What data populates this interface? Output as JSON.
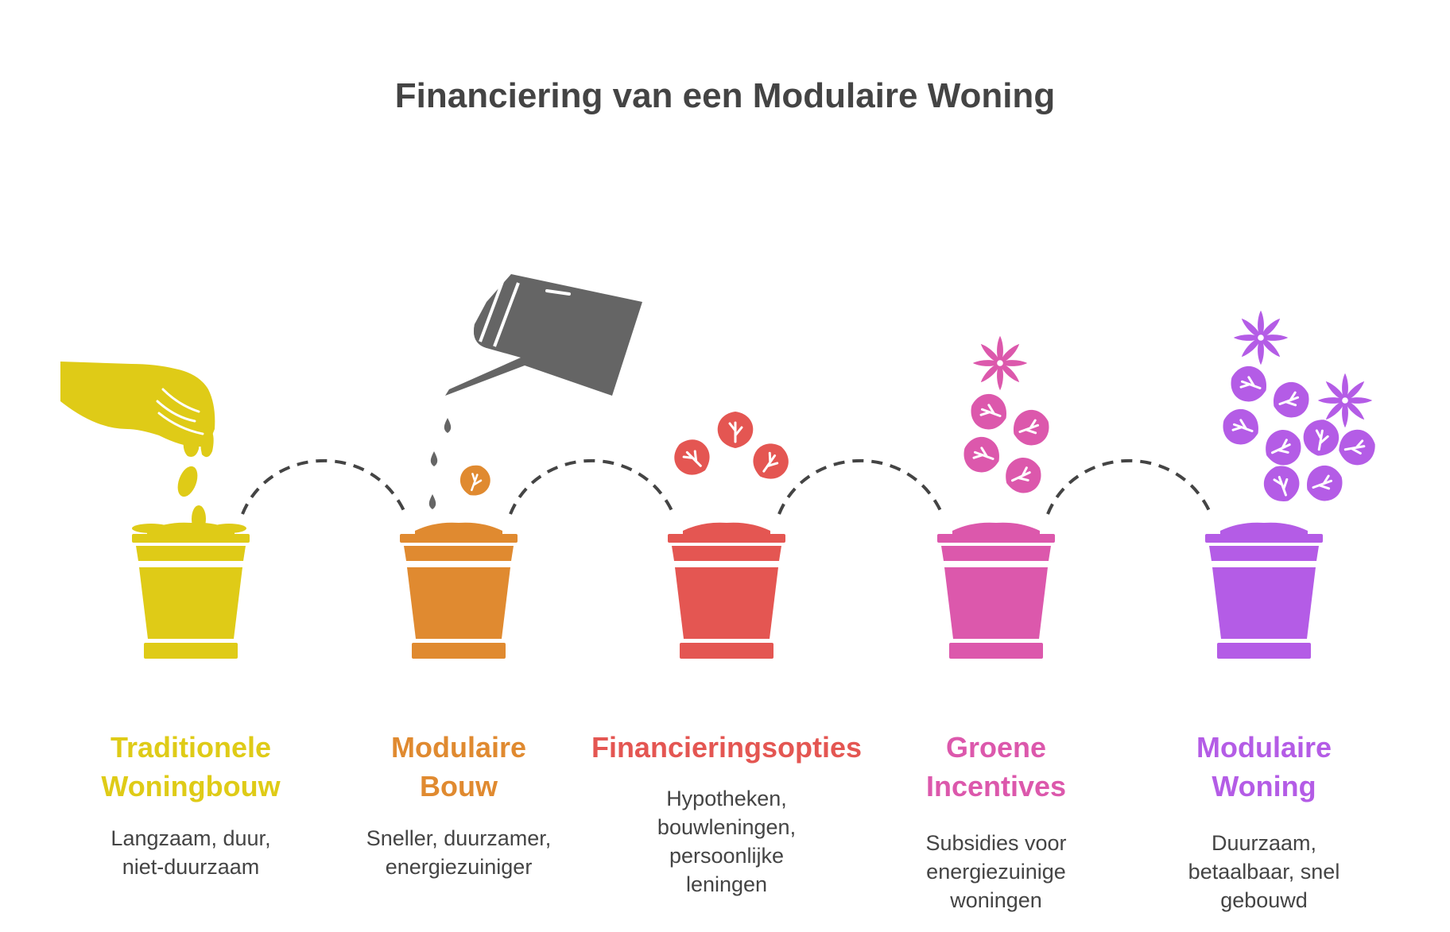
{
  "title": "Financiering van een Modulaire Woning",
  "colors": {
    "stage_1": "#dfcb17",
    "stage_2": "#e08a30",
    "stage_3": "#e45652",
    "stage_4": "#dc58ac",
    "stage_5": "#b45ce6",
    "connector": "#444444",
    "watering_can": "#656565"
  },
  "icons": [
    "hand-icon",
    "seed-icon",
    "watering-can-icon",
    "leaf-icon",
    "flower-icon",
    "pot-icon"
  ],
  "stages": [
    {
      "title_line1": "Traditionele",
      "title_line2": "Woningbouw",
      "desc_line1": "Langzaam, duur,",
      "desc_line2": "niet-duurzaam"
    },
    {
      "title_line1": "Modulaire",
      "title_line2": "Bouw",
      "desc_line1": "Sneller, duurzamer,",
      "desc_line2": "energiezuiniger"
    },
    {
      "title_line1": "Financieringsopties",
      "desc_line1": "Hypotheken,",
      "desc_line2": "bouwleningen,",
      "desc_line3": "persoonlijke",
      "desc_line4": "leningen"
    },
    {
      "title_line1": "Groene",
      "title_line2": "Incentives",
      "desc_line1": "Subsidies voor",
      "desc_line2": "energiezuinige",
      "desc_line3": "woningen"
    },
    {
      "title_line1": "Modulaire",
      "title_line2": "Woning",
      "desc_line1": "Duurzaam,",
      "desc_line2": "betaalbaar, snel",
      "desc_line3": "gebouwd"
    }
  ]
}
